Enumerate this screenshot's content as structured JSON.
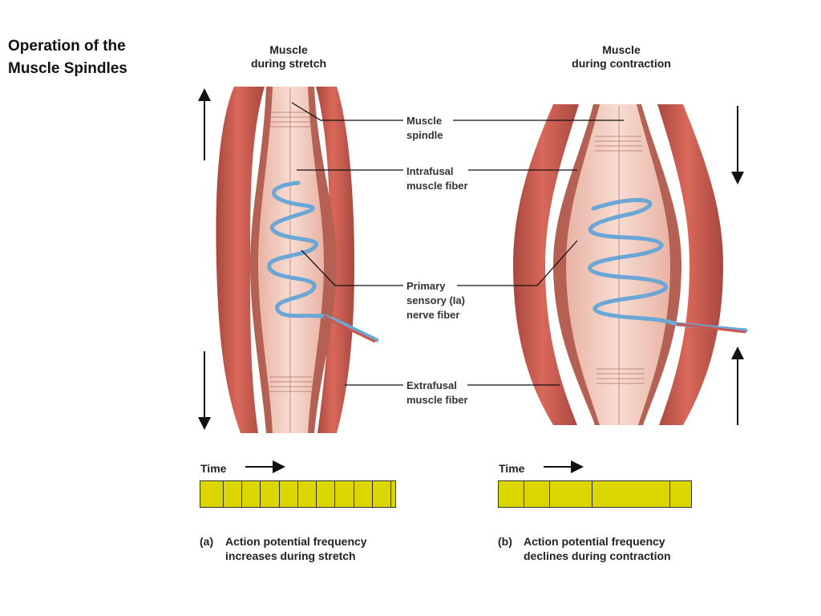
{
  "slide_title": [
    "Operation of the",
    "Muscle Spindles"
  ],
  "panel_a": {
    "heading": [
      "Muscle",
      "during stretch"
    ],
    "time_label": "Time",
    "action_potentials": 10,
    "caption_letter": "(a)",
    "caption": [
      "Action potential frequency",
      "increases during stretch"
    ]
  },
  "panel_b": {
    "heading": [
      "Muscle",
      "during contraction"
    ],
    "time_label": "Time",
    "action_potentials": 4,
    "caption_letter": "(b)",
    "caption": [
      "Action potential frequency",
      "declines during contraction"
    ]
  },
  "labels": {
    "muscle_spindle": [
      "Muscle",
      "spindle"
    ],
    "intrafusal": [
      "Intrafusal",
      "muscle fiber"
    ],
    "primary": [
      "Primary",
      "sensory (Ia)",
      "nerve fiber"
    ],
    "extrafusal": [
      "Extrafusal",
      "muscle fiber"
    ]
  },
  "colors": {
    "extrafusal": "#c9564a",
    "spindle_capsule": "#a8564a",
    "spindle_inner": "#f2c9bd",
    "nerve": "#6aa6d6",
    "bar": "#dcd600"
  }
}
